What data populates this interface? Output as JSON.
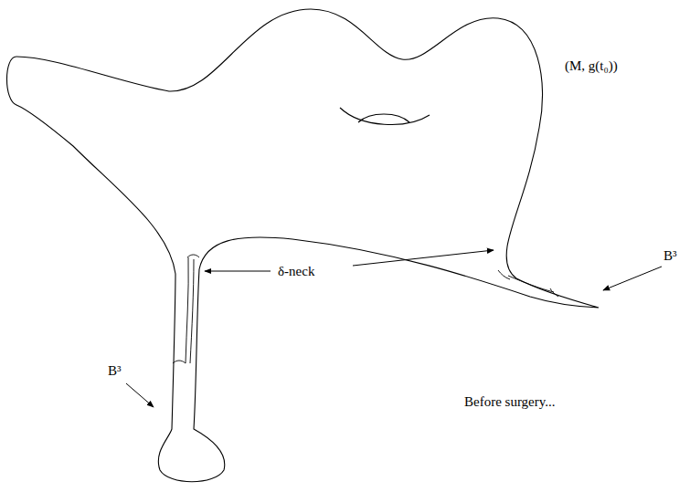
{
  "diagram": {
    "labels": [
      "(M, g(t₀))",
      "δ-neck",
      "B³",
      "B³",
      "Before surgery..."
    ]
  }
}
